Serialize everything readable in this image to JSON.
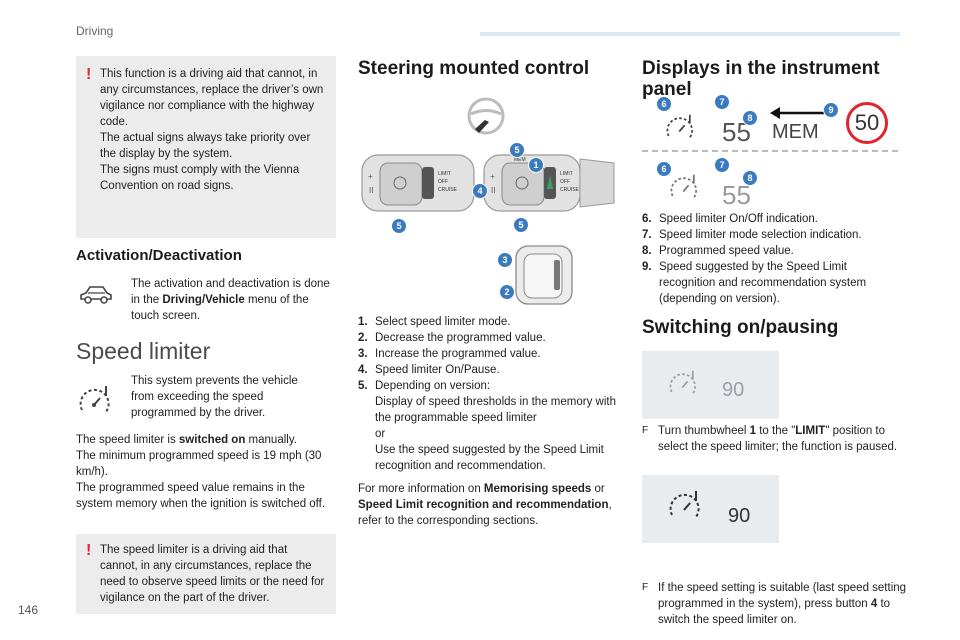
{
  "header": {
    "section": "Driving"
  },
  "page_number": "146",
  "col1": {
    "warning1": [
      "This function is a driving aid that cannot, in any circumstances, replace the driver’s own vigilance nor compliance with the highway code.",
      "The actual signs always take priority over the display by the system.",
      "The signs must comply with the Vienna Convention on road signs."
    ],
    "activation_title": "Activation/Deactivation",
    "activation_text_before": "The activation and deactivation is done in the ",
    "activation_text_bold": "Driving/Vehicle",
    "activation_text_after": " menu of the touch screen.",
    "speed_limiter_title": "Speed limiter",
    "speed_limiter_intro": "This system prevents the vehicle from exceeding the speed programmed by the driver.",
    "para_before": "The speed limiter is ",
    "para_bold": "switched on",
    "para_after": " manually.",
    "para2": "The minimum programmed speed is 19 mph (30 km/h).",
    "para3": "The programmed speed value remains in the system memory when the ignition is switched off.",
    "warning2": "The speed limiter is a driving aid that cannot, in any circumstances, replace the need to observe speed limits or the need for vigilance on the part of the driver.",
    "icons": {
      "car": "car-icon",
      "speedometer": "speed-limiter-icon"
    }
  },
  "col2": {
    "title": "Steering mounted control",
    "stalk_labels": {
      "mem": "MEM",
      "limit": "LIMIT",
      "off": "OFF",
      "cruise": "CRUISE",
      "plus": "+",
      "minus": "–"
    },
    "badges": [
      "1",
      "2",
      "3",
      "4",
      "5",
      "5",
      "5"
    ],
    "list": [
      {
        "num": "1.",
        "text": "Select speed limiter mode."
      },
      {
        "num": "2.",
        "text": "Decrease the programmed value."
      },
      {
        "num": "3.",
        "text": "Increase the programmed value."
      },
      {
        "num": "4.",
        "text": "Speed limiter On/Pause."
      },
      {
        "num": "5.",
        "text": "Depending on version:"
      }
    ],
    "item5_lines": [
      "Display of speed thresholds in the memory with the programmable speed limiter",
      "or",
      "Use the speed suggested by the Speed Limit recognition and recommendation."
    ],
    "more_before": "For more information on ",
    "more_bold1": "Memorising speeds",
    "more_mid": " or ",
    "more_bold2": "Speed Limit recognition and recommendation",
    "more_after": ", refer to the corresponding sections."
  },
  "col3": {
    "title": "Displays in the instrument panel",
    "display1": {
      "speed": "55",
      "mem": "MEM",
      "sign": "50",
      "badges": [
        "6",
        "7",
        "8",
        "9"
      ]
    },
    "display2": {
      "speed": "55",
      "badges": [
        "6",
        "7",
        "8"
      ]
    },
    "list": [
      {
        "num": "6.",
        "text": "Speed limiter On/Off indication."
      },
      {
        "num": "7.",
        "text": "Speed limiter mode selection indication."
      },
      {
        "num": "8.",
        "text": "Programmed speed value."
      },
      {
        "num": "9.",
        "text": "Speed suggested by the Speed Limit recognition and recommendation system (depending on version)."
      }
    ],
    "switching_title": "Switching on/pausing",
    "screen1_speed": "90",
    "step1_before": "Turn thumbwheel ",
    "step1_b1": "1",
    "step1_mid": " to the \"",
    "step1_b2": "LIMIT",
    "step1_after": "\" position to select the speed limiter; the function is paused.",
    "screen2_speed": "90",
    "step2_before": "If the speed setting is suitable (last speed setting programmed in the system), press button ",
    "step2_b": "4",
    "step2_after": " to switch the speed limiter on.",
    "bullet_glyph": "F"
  },
  "colors": {
    "badge": "#3a7bbf",
    "warning": "#e0252f",
    "box": "#ececec",
    "sign_ring": "#e0252f"
  }
}
